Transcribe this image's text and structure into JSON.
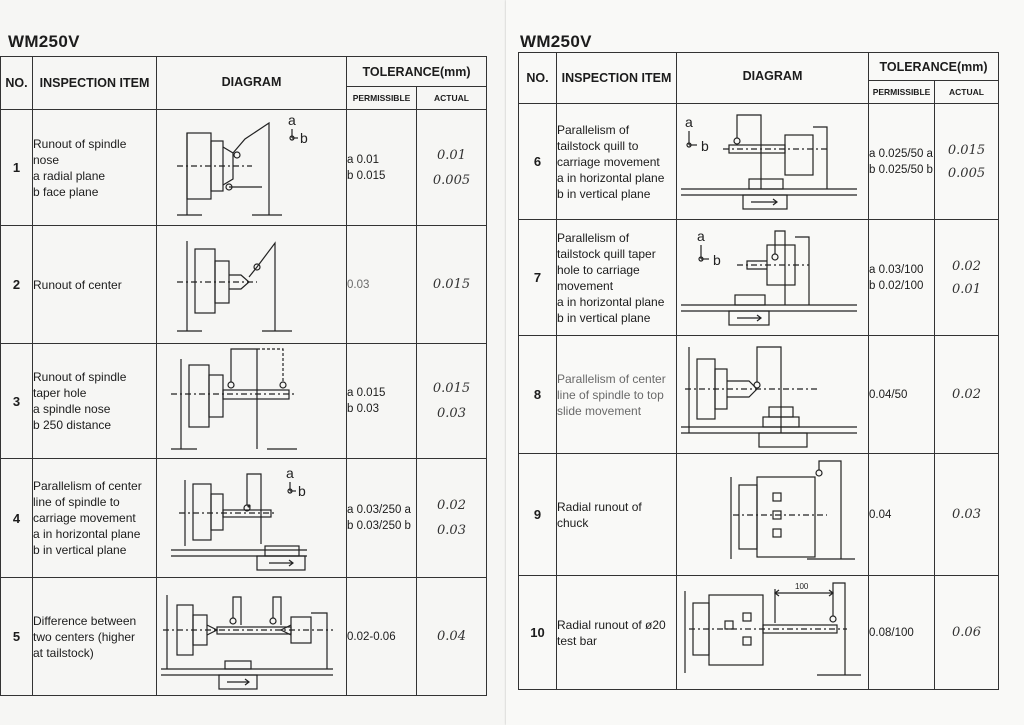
{
  "left": {
    "model": "WM250V",
    "headers": {
      "no": "NO.",
      "item": "INSPECTION ITEM",
      "diagram": "DIAGRAM",
      "tolerance": "TOLERANCE(mm)",
      "permissible": "PERMISSIBLE",
      "actual": "ACTUAL"
    },
    "rows": [
      {
        "no": "1",
        "item": [
          "Runout of spindle",
          "nose",
          "a radial plane",
          "b face plane"
        ],
        "permissible": [
          "a 0.01",
          "b 0.015"
        ],
        "actual": [
          "0.01",
          "0.005"
        ],
        "diagram_labels": [
          "a",
          "b"
        ]
      },
      {
        "no": "2",
        "item": [
          "Runout of center"
        ],
        "permissible": [
          "0.03"
        ],
        "actual": [
          "0.015"
        ],
        "diagram_labels": []
      },
      {
        "no": "3",
        "item": [
          "Runout of spindle",
          "taper hole",
          "a spindle nose",
          "b 250 distance"
        ],
        "permissible": [
          "a 0.015",
          "b 0.03"
        ],
        "actual": [
          "0.015",
          "0.03"
        ],
        "diagram_labels": []
      },
      {
        "no": "4",
        "item": [
          "Parallelism of center",
          "line of spindle to",
          "carriage movement",
          "a in horizontal plane",
          "b in  vertical  plane"
        ],
        "permissible": [
          "a  0.03/250 a",
          "b  0.03/250 b"
        ],
        "actual": [
          "0.02",
          "0.03"
        ],
        "diagram_labels": [
          "a",
          "b"
        ]
      },
      {
        "no": "5",
        "item": [
          "Difference between",
          "two centers (higher",
          "at tailstock)"
        ],
        "permissible": [
          "0.02-0.06"
        ],
        "actual": [
          "0.04"
        ],
        "diagram_labels": []
      }
    ]
  },
  "right": {
    "model": "WM250V",
    "headers": {
      "no": "NO.",
      "item": "INSPECTION ITEM",
      "diagram": "DIAGRAM",
      "tolerance": "TOLERANCE(mm)",
      "permissible": "PERMISSIBLE",
      "actual": "ACTUAL"
    },
    "rows": [
      {
        "no": "6",
        "item": [
          "Parallelism of",
          "tailstock quill to",
          "carriage movement",
          "a in horizontal plane",
          "b in  vertical  plane"
        ],
        "permissible": [
          "a  0.025/50 a",
          "b  0.025/50 b"
        ],
        "actual": [
          "0.015",
          "0.005"
        ],
        "diagram_labels": [
          "a",
          "b"
        ]
      },
      {
        "no": "7",
        "item": [
          "Parallelism of",
          "tailstock quill taper",
          "hole to carriage",
          "movement",
          "a in horizontal plane",
          "b in  vertical  plane"
        ],
        "permissible": [
          "a  0.03/100",
          "b  0.02/100"
        ],
        "actual": [
          "0.02",
          "0.01"
        ],
        "diagram_labels": [
          "a",
          "b"
        ]
      },
      {
        "no": "8",
        "item": [
          "Parallelism of center",
          "line of spindle to top",
          "slide movement"
        ],
        "permissible": [
          "0.04/50"
        ],
        "actual": [
          "0.02"
        ],
        "diagram_labels": []
      },
      {
        "no": "9",
        "item": [
          "Radial runout of",
          "chuck"
        ],
        "permissible": [
          "0.04"
        ],
        "actual": [
          "0.03"
        ],
        "diagram_labels": []
      },
      {
        "no": "10",
        "item": [
          "Radial runout of ø20",
          "test bar"
        ],
        "permissible": [
          "0.08/100"
        ],
        "actual": [
          "0.06"
        ],
        "diagram_labels": [
          "100"
        ]
      }
    ]
  }
}
